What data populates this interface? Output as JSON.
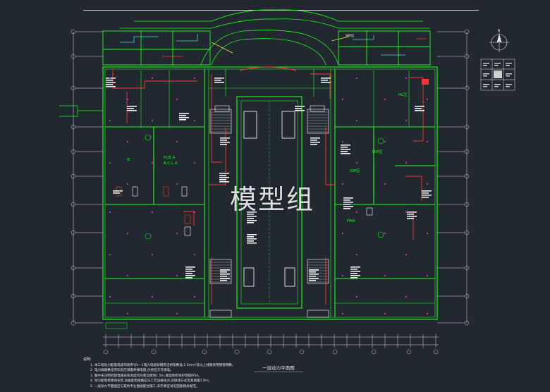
{
  "drawing": {
    "title": "一层动力平面图",
    "watermark": "模型组",
    "colors": {
      "background": "#212830",
      "walls": "#17ff17",
      "power": "#ff3333",
      "equipment": "#ffffff",
      "outlets": "#ff22ff",
      "axis": "#d8d8d8",
      "cyan": "#33dddd",
      "yellow": "#e8e833"
    }
  },
  "rooms": {
    "ic": "IC",
    "pcb": "PCB A",
    "rcla": "R.C.L.A",
    "hlzone": "HL区",
    "dip1": "DIP区",
    "dip2": "DIP区",
    "fma": "FMA",
    "smt": "SMT区"
  },
  "notes": {
    "heading": "说明:",
    "items": [
      "1. 本工程动力配电电缆均采用YJV—1电力电缆穿钢管沿桥架敷设,1.5mm²及以上线路采用钢管明敷。",
      "2. 电力线路敷设完毕后应测量绝缘电阻,合格后方可通电。",
      "3. 图中未注明的配电箱安装高度均为底边距地1.5m,潮湿场所防护等级IP54。",
      "4. 动力配电柜落地安装,设备配电线路应与工艺设备核对,其接线方式见系统图1.8m。",
      "5. 一层动力平面图应与其他专业图纸配合施工,未尽事宜详见国家相关规范。"
    ]
  },
  "legend": {
    "north": "N"
  }
}
